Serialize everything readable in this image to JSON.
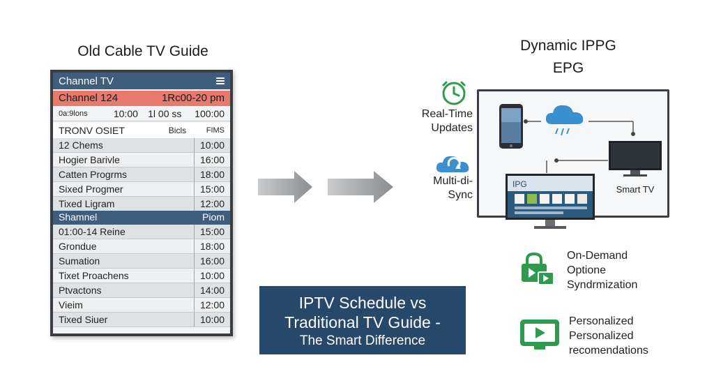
{
  "left": {
    "title": "Old Cable TV Guide",
    "header_label": "Channel TV",
    "channel_name": "Channel 124",
    "channel_time": "1Rc00-20 pm",
    "times": [
      "0a:9lons",
      "10:00",
      "1l 00 ss",
      "100:00"
    ],
    "col_headers": [
      "TRONV OSIET",
      "Bicls",
      "FIMS"
    ],
    "rows_a": [
      {
        "name": "12 Chems",
        "time": "10:00"
      },
      {
        "name": "Hogier Barivle",
        "time": "16:00"
      },
      {
        "name": "Catten Progrms",
        "time": "18:00"
      },
      {
        "name": "Sixed Progmer",
        "time": "15:00"
      },
      {
        "name": "Tixed Ligram",
        "time": "12:00"
      }
    ],
    "section_label": "Shamnel",
    "section_right": "Piom",
    "rows_b": [
      {
        "name": "01:00-14 Reine",
        "time": "15:00"
      },
      {
        "name": "Grondue",
        "time": "18:00"
      },
      {
        "name": "Sumation",
        "time": "16:00"
      },
      {
        "name": "Tixet Proachens",
        "time": "10:00"
      },
      {
        "name": "Ptvactons",
        "time": "14:00"
      },
      {
        "name": "Vieim",
        "time": "12:00"
      },
      {
        "name": "Tixed Siuer",
        "time": "10:00"
      }
    ]
  },
  "right": {
    "title_line1": "Dynamic IPPG",
    "title_line2": "EPG",
    "feature1_line1": "Real-Time",
    "feature1_line2": "Updates",
    "feature2_line1": "Multi-di-",
    "feature2_line2": "Sync",
    "smart_tv_label": "Smart TV",
    "screen_label": "IPG",
    "bullet1": [
      "On-Demand",
      "Optione",
      "Syndrmization"
    ],
    "bullet2": [
      "Personalized",
      "Personalized",
      "recomendations"
    ]
  },
  "banner": {
    "line1": "IPTV Schedule vs",
    "line2": "Traditional TV Guide -",
    "line3": "The Smart Difference"
  },
  "colors": {
    "navy": "#28486a",
    "header_blue": "#3f5e7e",
    "highlight_red": "#e8796d",
    "green": "#2e9a4e",
    "cloud_blue": "#3a8fd0",
    "arrow_gray": "#8f9396"
  }
}
